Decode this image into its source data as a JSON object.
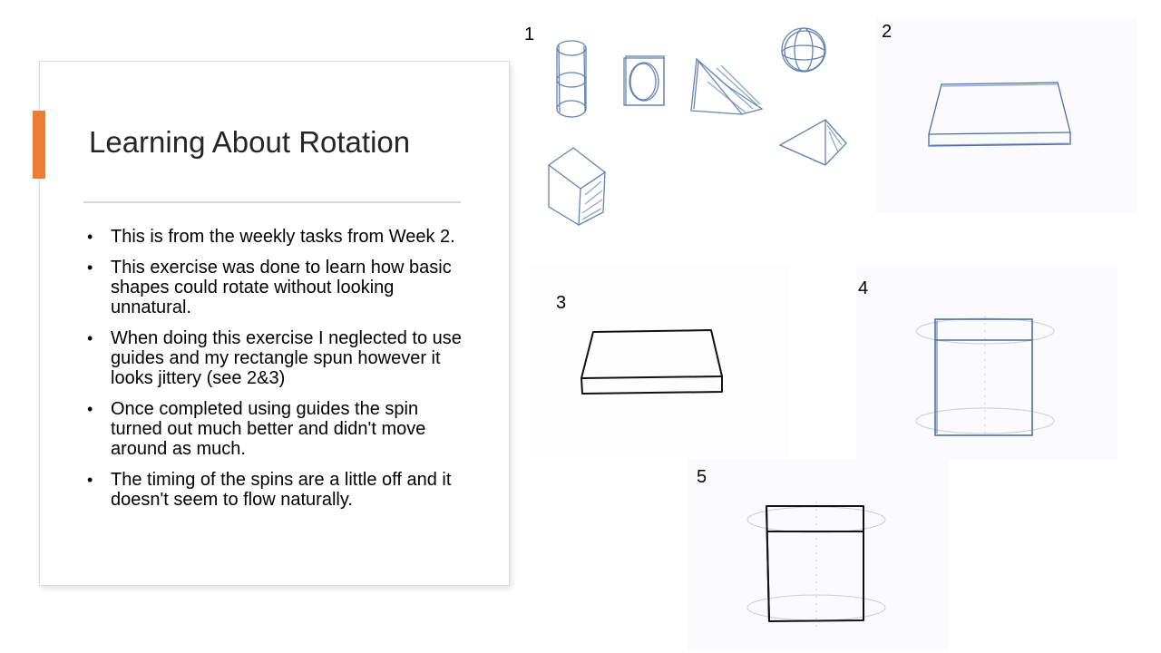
{
  "slide": {
    "title": "Learning About Rotation",
    "accent_color": "#ED7D31",
    "bullets": [
      "This is from the weekly tasks from Week 2.",
      "This exercise was done to learn how basic shapes could rotate without looking unnatural.",
      "When doing this exercise I neglected to use guides and my rectangle spun however it looks jittery (see 2&3)",
      "Once completed using guides the spin turned out much better and didn't move around as much.",
      "The timing of the spins are a little off and it doesn't seem to flow naturally."
    ]
  },
  "images": {
    "labels": [
      "1",
      "2",
      "3",
      "4",
      "5"
    ],
    "sketch_color": "#4a6fa5",
    "ink_color": "#111111"
  }
}
